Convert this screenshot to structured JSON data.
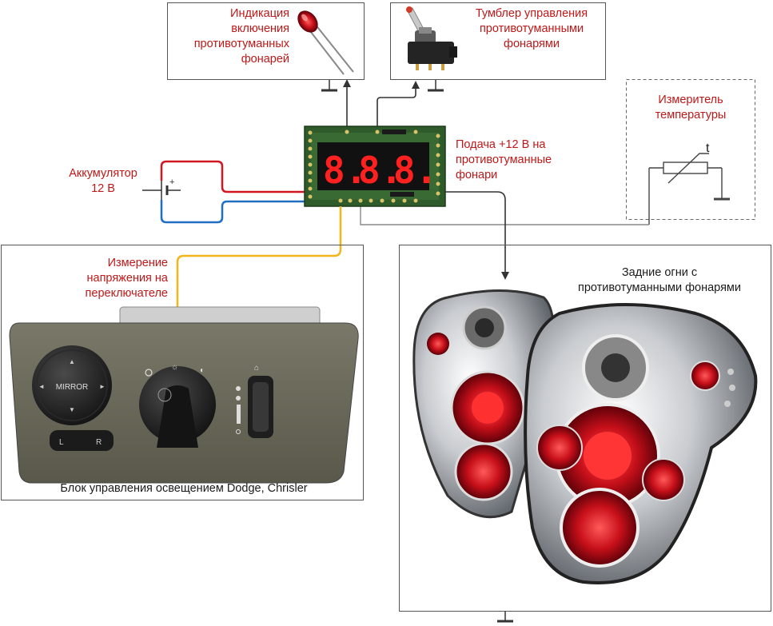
{
  "labels": {
    "indicator": "Индикация\nвключения\nпротивотуманных\nфонарей",
    "toggle": "Тумблер управления\nпротивотуманными\nфонарями",
    "battery": "Аккумулятор\n12 В",
    "supply": "Подача +12 В на\nпротивотуманные\nфонари",
    "thermometer": "Измеритель\nтемпературы",
    "thermo_symbol": "t",
    "voltage": "Измерение\nнапряжения на\nпереключателе",
    "panel_caption": "Блок управления освещением Dodge, Chrisler",
    "tail_lights": "Задние огни с\nпротивотуманными фонарями"
  },
  "module": {
    "display": [
      "8.",
      "8.",
      "8."
    ]
  },
  "switch_panel": {
    "mirror": "MIRROR",
    "left": "L",
    "right": "R"
  },
  "colors": {
    "wire_positive": "#d01820",
    "wire_negative": "#1f6ec0",
    "wire_signal": "#f2b51a",
    "label_red": "#c01818",
    "pcb": "#2f5a2a",
    "digit_red": "#ff2020"
  }
}
